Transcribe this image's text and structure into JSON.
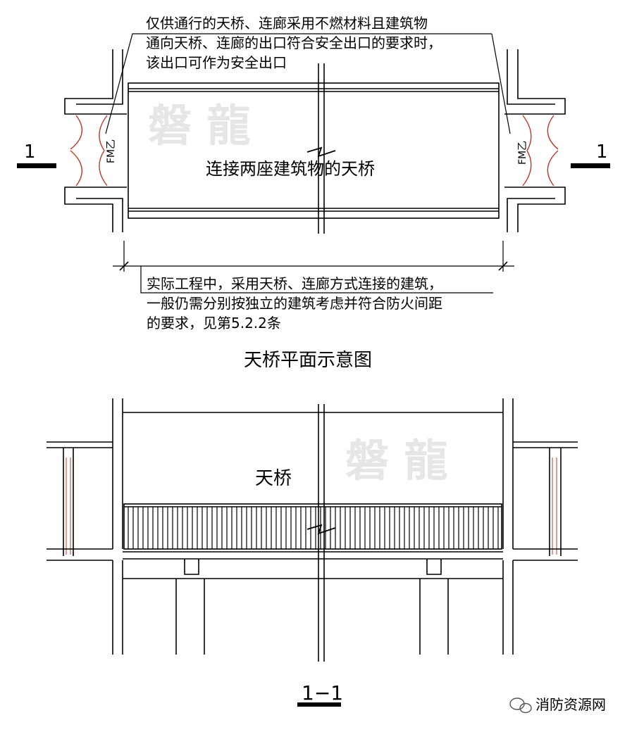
{
  "plan": {
    "top_note": [
      "仅供通行的天桥、连廊采用不燃材料且建筑物",
      "通向天桥、连廊的出口符合安全出口的要求时，",
      "该出口可作为安全出口"
    ],
    "bridge_label": "连接两座建筑物的天桥",
    "door_label_left": "FM乙",
    "door_label_right": "FM乙",
    "section_mark_left": "1",
    "section_mark_right": "1",
    "bottom_note": [
      "实际工程中，采用天桥、连廊方式连接的建筑，",
      "一般仍需分别按独立的建筑考虑并符合防火间距",
      "的要求，见第5.2.2条"
    ],
    "title": "天桥平面示意图"
  },
  "section": {
    "bridge_label": "天桥",
    "title": "1−1"
  },
  "watermark": "磐 龍",
  "footer": {
    "brand": "消防资源网",
    "icon": "wechat-icon"
  },
  "colors": {
    "line": "#000000",
    "door": "#c0392b",
    "watermark": "#e6e6e6",
    "footer_icon": "#555555"
  }
}
